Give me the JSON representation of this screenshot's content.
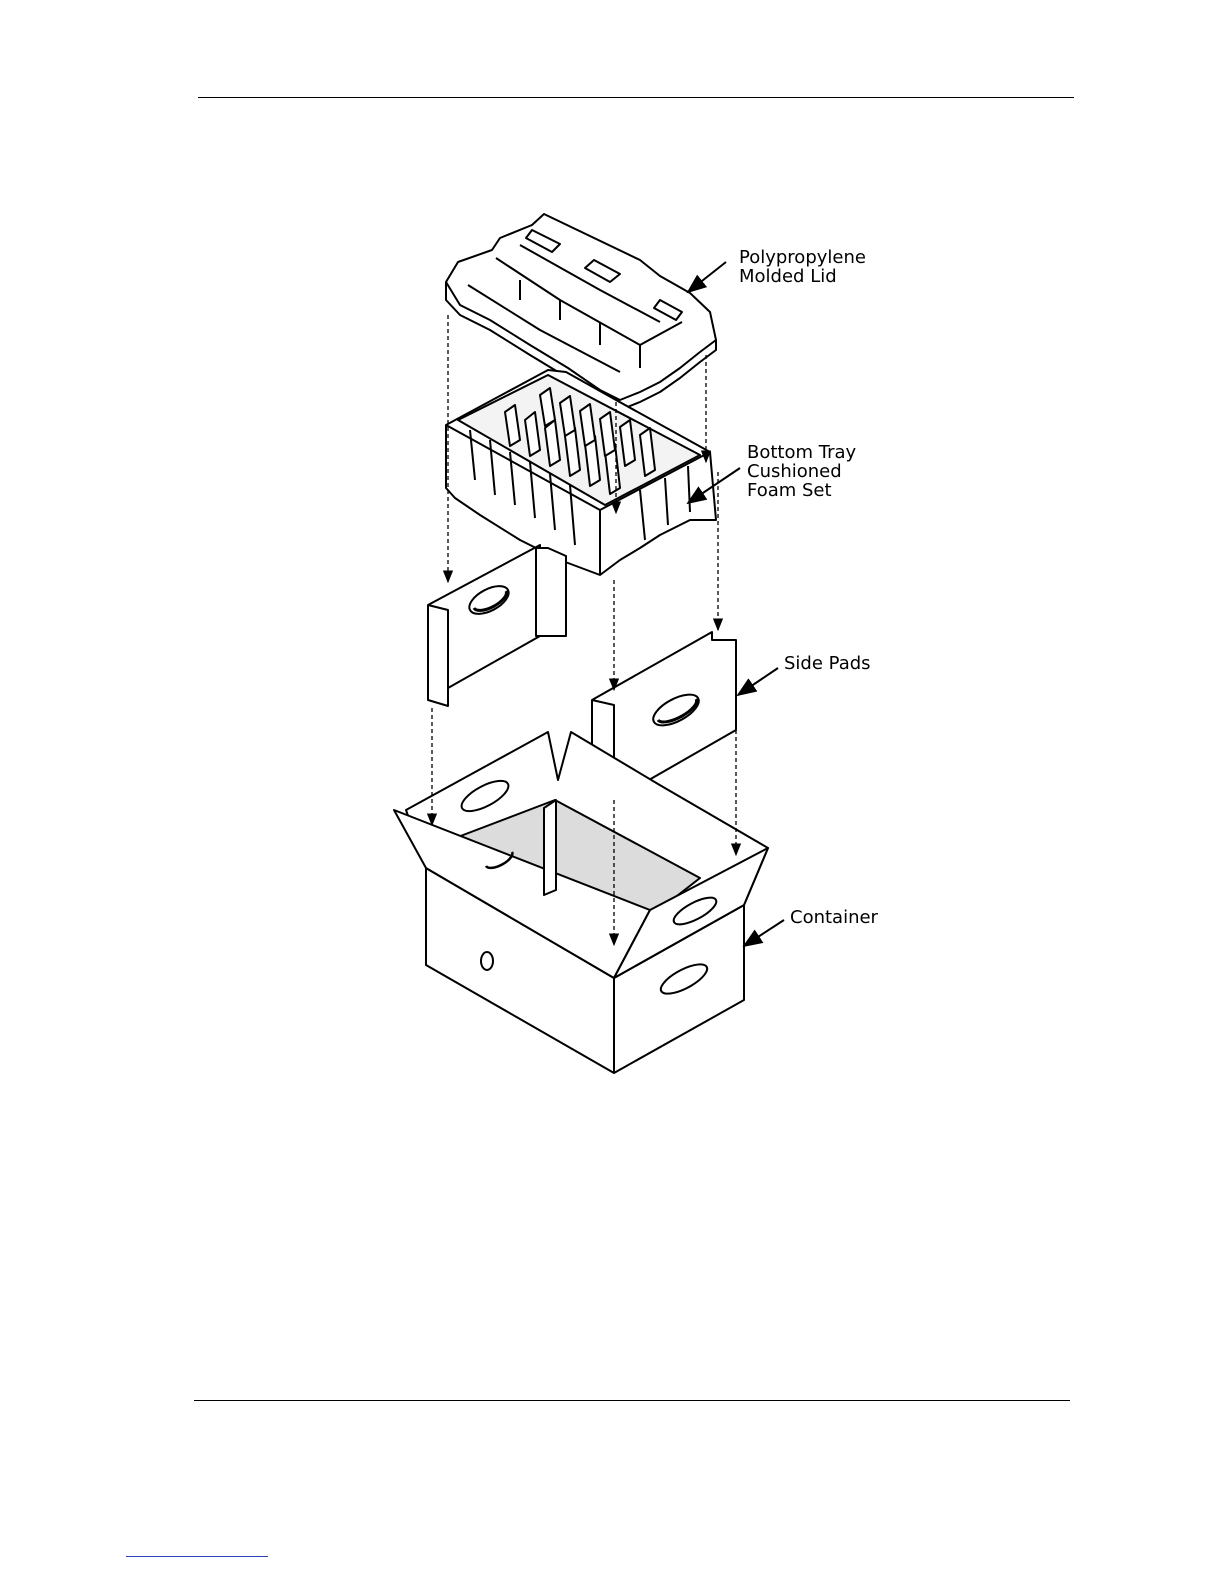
{
  "labels": {
    "lid": [
      "Polypropylene",
      "Molded Lid"
    ],
    "tray": [
      "Bottom Tray",
      "Cushioned",
      "Foam Set"
    ],
    "side_pads": "Side Pads",
    "container": "Container"
  },
  "colors": {
    "line": "#000000",
    "fill": "#ffffff",
    "shade": "#e6e6e6",
    "link": "#2b3fbf"
  }
}
